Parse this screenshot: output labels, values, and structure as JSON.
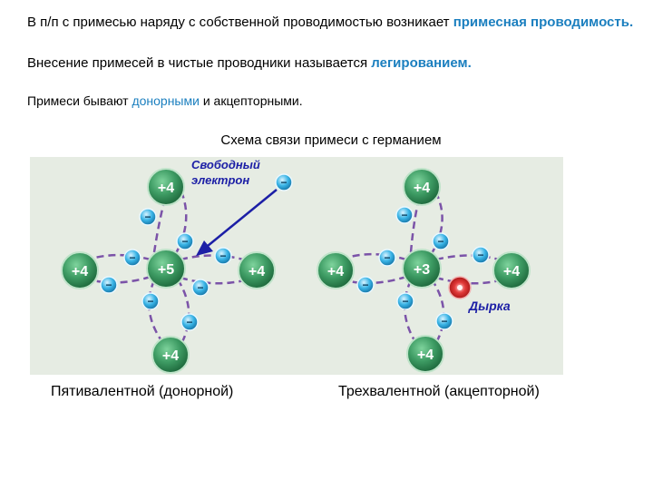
{
  "text": {
    "line1_a": "В п/п с примесью наряду с собственной проводимостью возникает ",
    "line1_b": "примесная проводимость.",
    "line2_a": "Внесение примесей в чистые проводники называется ",
    "line2_b": "легированием.",
    "line3_a": "Примеси бывают ",
    "line3_b": "донорными",
    "line3_c": " и акцепторными."
  },
  "diagram": {
    "title": "Схема связи примеси с германием",
    "donor": {
      "caption": "Пятивалентной (донорной)",
      "center": "+5",
      "neighbors": [
        "+4",
        "+4",
        "+4",
        "+4"
      ],
      "annotation_line1": "Свободный",
      "annotation_line2": "электрон",
      "electron_sign": "−"
    },
    "acceptor": {
      "caption": "Трехвалентной (акцепторной)",
      "center": "+3",
      "neighbors": [
        "+4",
        "+4",
        "+4",
        "+4"
      ],
      "annotation": "Дырка",
      "electron_sign": "−"
    },
    "colors": {
      "atom": "#3d9b63",
      "electron": "#39b4e6",
      "bond": "#7b53a8",
      "hole": "#d8262a",
      "arrow": "#1c1fa6",
      "highlight_text": "#1b7fbf"
    }
  }
}
